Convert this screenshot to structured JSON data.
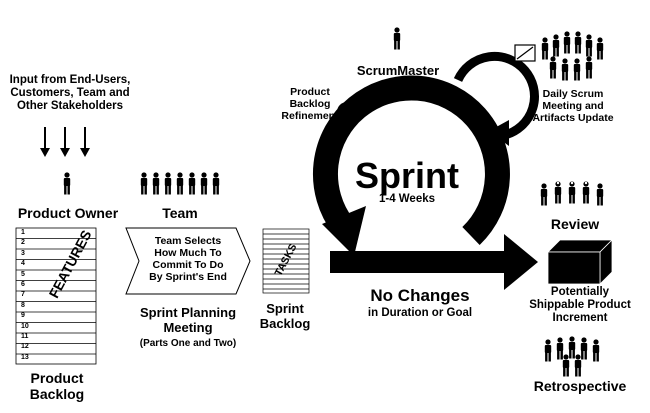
{
  "input_text": [
    "Input from End-Users,",
    "Customers, Team and",
    "Other Stakeholders"
  ],
  "product_owner": "Product Owner",
  "team": "Team",
  "product_backlog": {
    "features_label": "FEATURES",
    "rows": [
      "1",
      "2",
      "3",
      "4",
      "5",
      "6",
      "7",
      "8",
      "9",
      "10",
      "11",
      "12",
      "13"
    ],
    "caption": [
      "Product",
      "Backlog"
    ]
  },
  "team_selects": [
    "Team Selects",
    "How Much To",
    "Commit To Do",
    "By Sprint's End"
  ],
  "sprint_planning": {
    "title": [
      "Sprint Planning",
      "Meeting"
    ],
    "subtitle": "(Parts One and Two)"
  },
  "sprint_backlog": {
    "tasks_label": "TASKS",
    "caption": [
      "Sprint",
      "Backlog"
    ]
  },
  "scrummaster": "ScrumMaster",
  "product_backlog_refinement": [
    "Product",
    "Backlog",
    "Refinement"
  ],
  "daily_scrum": [
    "Daily Scrum",
    "Meeting and",
    "Artifacts Update"
  ],
  "sprint": {
    "title": "Sprint",
    "duration": "1-4 Weeks"
  },
  "no_changes": {
    "title": "No Changes",
    "subtitle": "in Duration or Goal"
  },
  "review": "Review",
  "increment": [
    "Potentially",
    "Shippable Product",
    "Increment"
  ],
  "retrospective": "Retrospective",
  "colors": {
    "ink": "#000000",
    "paper": "#ffffff"
  }
}
